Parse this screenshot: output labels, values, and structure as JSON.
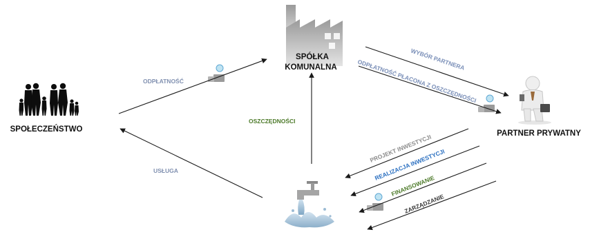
{
  "nodes": {
    "society": "SPOŁECZEŃSTWO",
    "company_line1": "SPÓŁKA",
    "company_line2": "KOMUNALNA",
    "partner": "PARTNER PRYWATNY"
  },
  "flows": {
    "payment": "ODPŁATNOŚĆ",
    "service": "USŁUGA",
    "savings": "OSZCZĘDNOŚCI",
    "partner_choice": "WYBÓR PARTNERA",
    "payment_from_savings": "ODPŁATNOŚĆ PŁACONA Z OSZCZĘDNOŚCI",
    "investment_project": "PROJEKT INWESTYCJI",
    "investment_realization": "REALIZACJA INWESTYCJI",
    "financing": "FINANSOWANIE",
    "management": "ZARZĄDZANIE"
  },
  "icons": {
    "society": "family-silhouette-icon",
    "company": "factory-icon",
    "partner": "businessman-figure-icon",
    "water": "water-tap-icon",
    "money": "money-cash-register-icon"
  },
  "colors": {
    "node_text": "#111111",
    "payment": "#8090b0",
    "service": "#8090b0",
    "savings": "#4d7a2a",
    "partner_choice": "#7a8fb8",
    "payment_from_savings": "#7a8fb8",
    "investment_project": "#8c8c8c",
    "investment_realization": "#2a6fc0",
    "financing": "#4d7a2a",
    "management": "#3a3a3a",
    "arrow": "#1a1a1a"
  }
}
